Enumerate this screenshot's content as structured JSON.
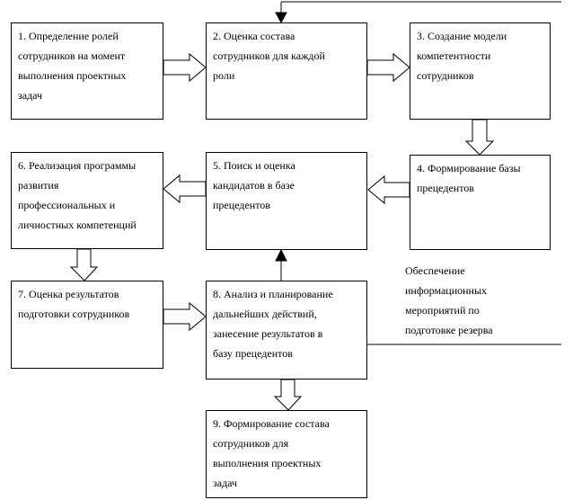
{
  "diagram": {
    "boxes": {
      "b1": "1. Определение ролей\nсотрудников на момент\nвыполнения проектных\nзадач",
      "b2": "2. Оценка состава\nсотрудников для каждой\nроли",
      "b3": "3. Создание модели\nкомпетентности\nсотрудников",
      "b4": "4. Формирование базы\nпрецедентов",
      "b5": "5. Поиск и оценка\nкандидатов в базе\nпрецедентов",
      "b6": "6. Реализация программы\nразвития\nпрофессиональных и\nличностных компетенций",
      "b7": "7. Оценка результатов\nподготовки сотрудников",
      "b8": "8. Анализ и планирование\nдальнейших действий,\nзанесение результатов в\nбазу прецедентов",
      "b9": "9. Формирование состава\nсотрудников для\nвыполнения проектных\nзадач"
    },
    "side_note": "Обеспечение\nинформационных\nмероприятий по\nподготовке резерва",
    "colors": {
      "stroke": "#000000",
      "fill": "#ffffff"
    }
  }
}
